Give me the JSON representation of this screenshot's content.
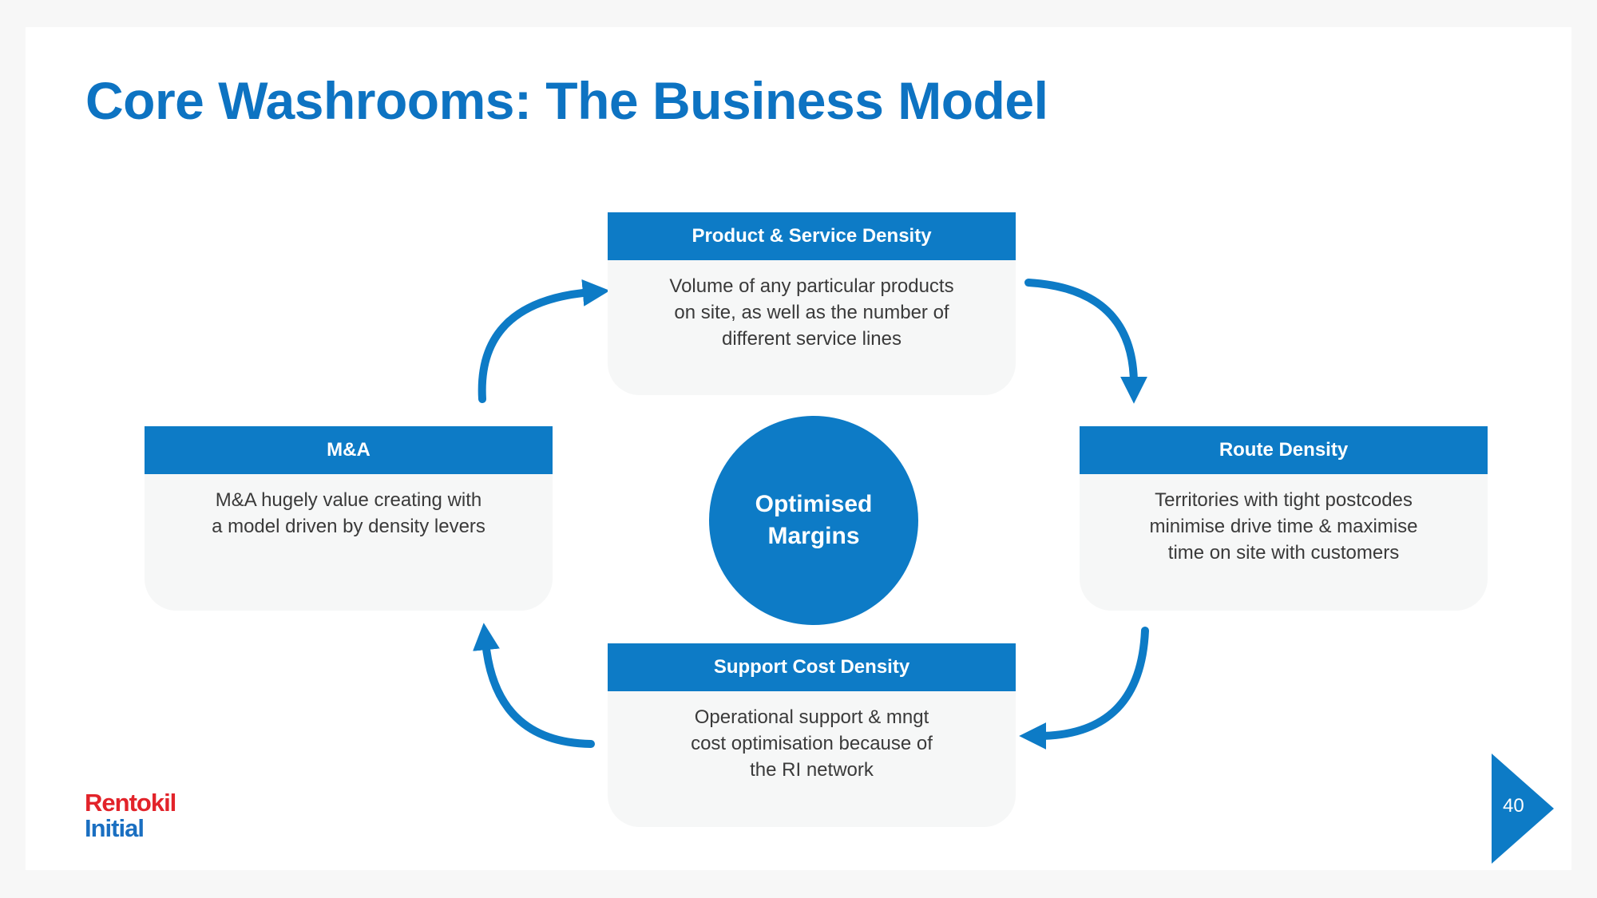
{
  "title": "Core Washrooms: The Business Model",
  "colors": {
    "accent": "#0d7bc6",
    "title": "#0d73c2",
    "box_body": "#f6f7f7",
    "logo_red": "#e2232a",
    "logo_blue": "#1a6fc1"
  },
  "center": {
    "line1": "Optimised",
    "line2": "Margins"
  },
  "boxes": {
    "top": {
      "header": "Product & Service Density",
      "lines": [
        "Volume of any particular products",
        "on site, as well as the number of",
        "different service lines"
      ]
    },
    "left": {
      "header": "M&A",
      "lines": [
        "M&A hugely value creating with",
        "a model driven by density levers"
      ]
    },
    "right": {
      "header": "Route Density",
      "lines": [
        "Territories with tight postcodes",
        "minimise drive time & maximise",
        "time on site with customers"
      ]
    },
    "bottom": {
      "header": "Support Cost Density",
      "lines": [
        "Operational support & mngt",
        "cost optimisation because of",
        "the RI network"
      ]
    }
  },
  "logo": {
    "line1": "Rentokil",
    "line2": "Initial"
  },
  "page_number": "40",
  "icons": {
    "cycle_arrows": "curved-arrow-icon",
    "page_marker": "triangle-page-marker"
  }
}
